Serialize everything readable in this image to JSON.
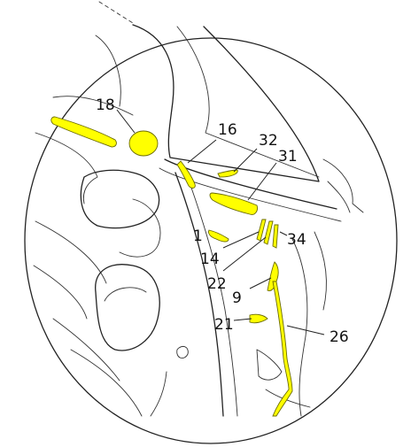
{
  "colors": {
    "highlight": "#ffff00",
    "ink": "#222222",
    "background": "#ffffff"
  },
  "labels": {
    "l18": "18",
    "l16": "16",
    "l32": "32",
    "l31": "31",
    "l1": "1",
    "l34": "34",
    "l14": "14",
    "l22": "22",
    "l9": "9",
    "l21": "21",
    "l26": "26"
  }
}
